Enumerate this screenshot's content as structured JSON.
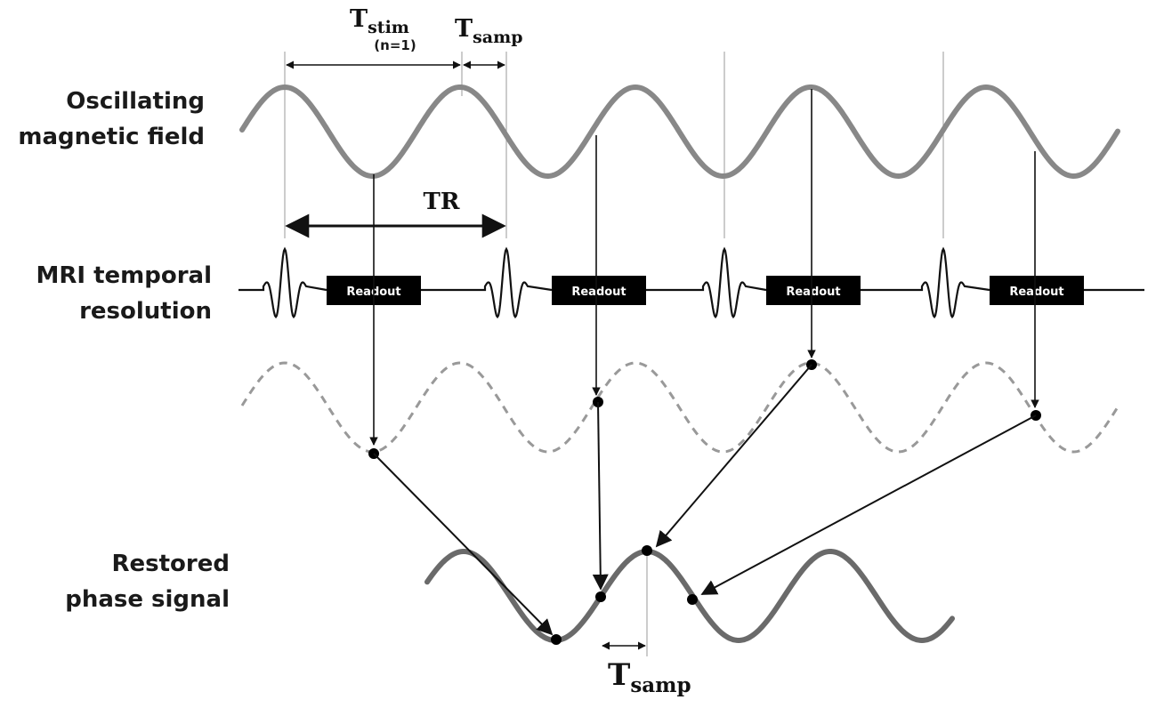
{
  "labels": {
    "oscillating_line1": "Oscillating",
    "oscillating_line2": "magnetic field",
    "mri_line1": "MRI temporal",
    "mri_line2": "resolution",
    "restored_line1": "Restored",
    "restored_line2": "phase signal"
  },
  "annotations": {
    "t_stim_main": "T",
    "t_stim_sub": "stim",
    "t_stim_note": "(n=1)",
    "t_samp_top_main": "T",
    "t_samp_top_sub": "samp",
    "tr": "TR",
    "t_samp_bottom_main": "T",
    "t_samp_bottom_sub": "samp"
  },
  "readout_blocks": [
    "Readout",
    "Readout",
    "Readout",
    "Readout"
  ],
  "colors": {
    "wave": "#888888",
    "dashed_wave": "#999999",
    "restored_wave": "#6a6a6a",
    "line": "#111111",
    "guide": "#aaaaaa"
  }
}
